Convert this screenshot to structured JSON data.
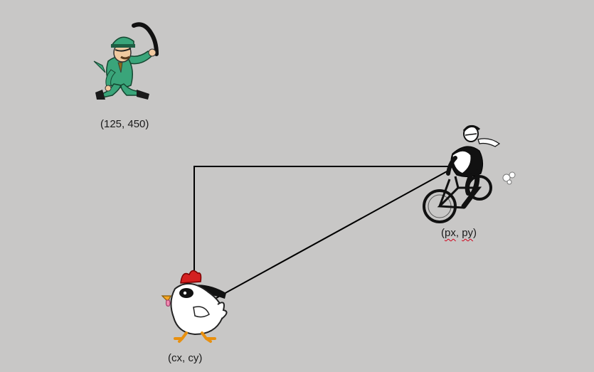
{
  "labels": {
    "police": "(125, 450)",
    "cyclist_prefix": "(",
    "cyclist_px": "px",
    "cyclist_sep": ", ",
    "cyclist_py": "py",
    "cyclist_suffix": ")",
    "chicken": "(cx, cy)"
  },
  "characters": [
    {
      "name": "police-officer",
      "icon": "police-officer-icon"
    },
    {
      "name": "cyclist",
      "icon": "cyclist-icon"
    },
    {
      "name": "chicken",
      "icon": "chicken-icon"
    }
  ],
  "colors": {
    "background": "#c8c7c6",
    "line": "#000000",
    "police_uniform": "#3aa57a",
    "chicken_comb": "#d42020",
    "spellcheck_underline": "#d0021b"
  }
}
